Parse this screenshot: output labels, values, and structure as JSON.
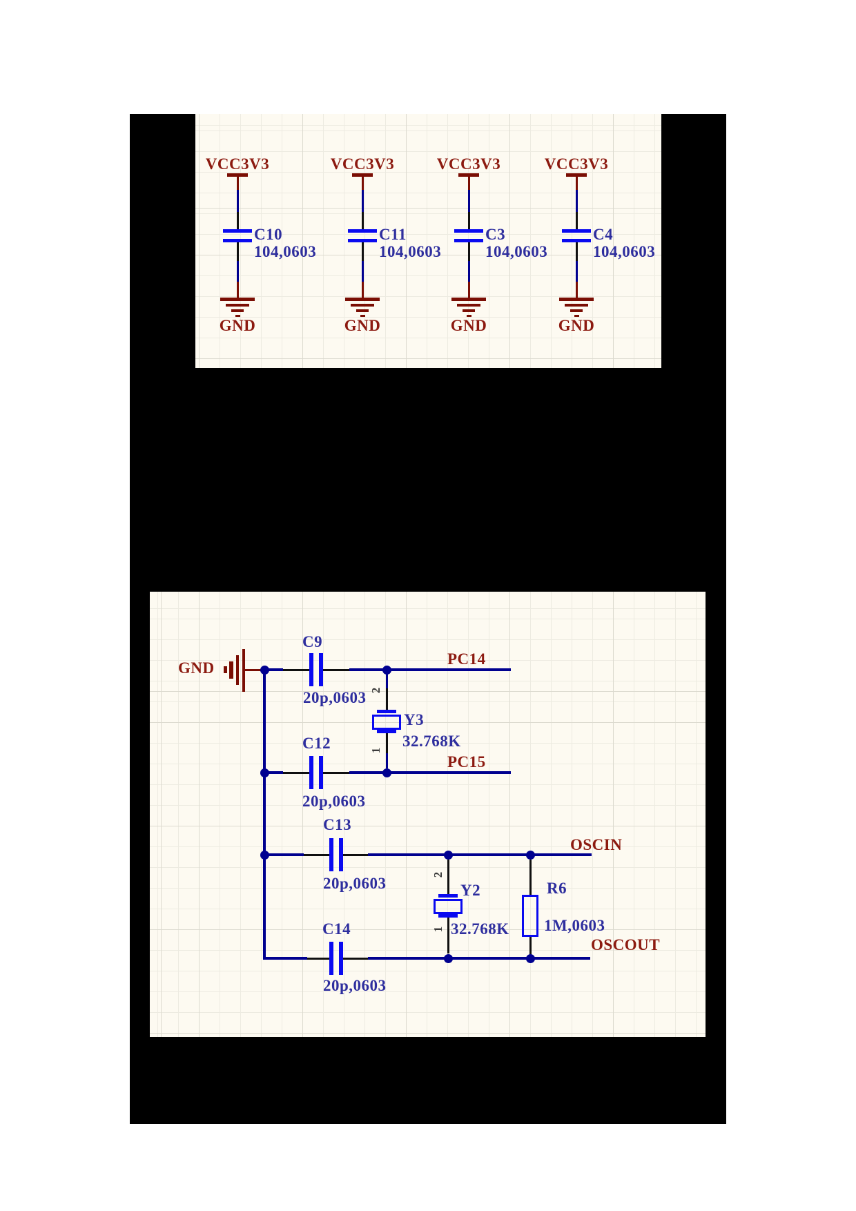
{
  "colors": {
    "backdrop": "#000000",
    "page_bg": "#ffffff",
    "panel_bg": "#fdfaf1",
    "wire_navy": "#00008f",
    "pin_wire_black": "#101010",
    "symbol_blue": "#0a0af0",
    "label_blue": "#2e2e9e",
    "net_label_red": "#8c1a10",
    "symbol_maroon": "#7a0e04"
  },
  "top_panel": {
    "columns": [
      {
        "power_net": "VCC3V3",
        "ref": "C10",
        "value": "104,0603",
        "ground_net": "GND"
      },
      {
        "power_net": "VCC3V3",
        "ref": "C11",
        "value": "104,0603",
        "ground_net": "GND"
      },
      {
        "power_net": "VCC3V3",
        "ref": "C3",
        "value": "104,0603",
        "ground_net": "GND"
      },
      {
        "power_net": "VCC3V3",
        "ref": "C4",
        "value": "104,0603",
        "ground_net": "GND"
      }
    ]
  },
  "bottom_panel": {
    "ground_label": "GND",
    "nets": [
      "PC14",
      "PC15",
      "OSCIN",
      "OSCOUT"
    ],
    "capacitors": [
      {
        "ref": "C9",
        "value": "20p,0603"
      },
      {
        "ref": "C12",
        "value": "20p,0603"
      },
      {
        "ref": "C13",
        "value": "20p,0603"
      },
      {
        "ref": "C14",
        "value": "20p,0603"
      }
    ],
    "crystals": [
      {
        "ref": "Y3",
        "value": "32.768K",
        "pin_top": "2",
        "pin_bottom": "1"
      },
      {
        "ref": "Y2",
        "value": "32.768K",
        "pin_top": "2",
        "pin_bottom": "1"
      }
    ],
    "resistors": [
      {
        "ref": "R6",
        "value": "1M,0603"
      }
    ]
  }
}
